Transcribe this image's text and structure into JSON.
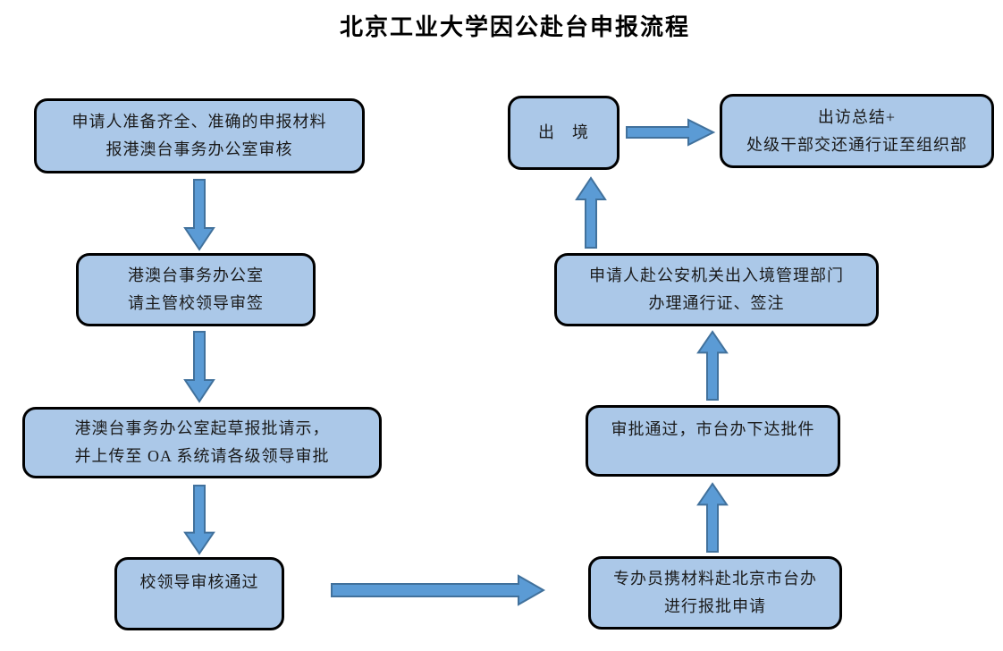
{
  "title": "北京工业大学因公赴台申报流程",
  "colors": {
    "box_fill": "#abc8e8",
    "box_border": "#000000",
    "arrow_fill": "#5b9bd5",
    "arrow_border": "#41719c",
    "text": "#1a1a1a",
    "background": "#ffffff"
  },
  "nodes": {
    "prepare": {
      "line1": "申请人准备齐全、准确的申报材料",
      "line2": "报港澳台事务办公室审核"
    },
    "office_sign": {
      "line1": "港澳台事务办公室",
      "line2": "请主管校领导审签"
    },
    "draft_oa": {
      "line1": "港澳台事务办公室起草报批请示，",
      "line2": "并上传至 OA 系统请各级领导审批"
    },
    "leader_approved": {
      "line1": "校领导审核通过"
    },
    "submit_taiban": {
      "line1": "专办员携材料赴北京市台办",
      "line2": "进行报批申请"
    },
    "approval_issued": {
      "line1": "审批通过，市台办下达批件"
    },
    "permit": {
      "line1": "申请人赴公安机关出入境管理部门",
      "line2": "办理通行证、签注"
    },
    "exit": {
      "line1": "出　境"
    },
    "summary": {
      "line1": "出访总结+",
      "line2": "处级干部交还通行证至组织部"
    }
  },
  "flow": [
    {
      "from": "prepare",
      "to": "office_sign",
      "direction": "down"
    },
    {
      "from": "office_sign",
      "to": "draft_oa",
      "direction": "down"
    },
    {
      "from": "draft_oa",
      "to": "leader_approved",
      "direction": "down"
    },
    {
      "from": "leader_approved",
      "to": "submit_taiban",
      "direction": "right"
    },
    {
      "from": "submit_taiban",
      "to": "approval_issued",
      "direction": "up"
    },
    {
      "from": "approval_issued",
      "to": "permit",
      "direction": "up"
    },
    {
      "from": "permit",
      "to": "exit",
      "direction": "up"
    },
    {
      "from": "exit",
      "to": "summary",
      "direction": "right"
    }
  ]
}
